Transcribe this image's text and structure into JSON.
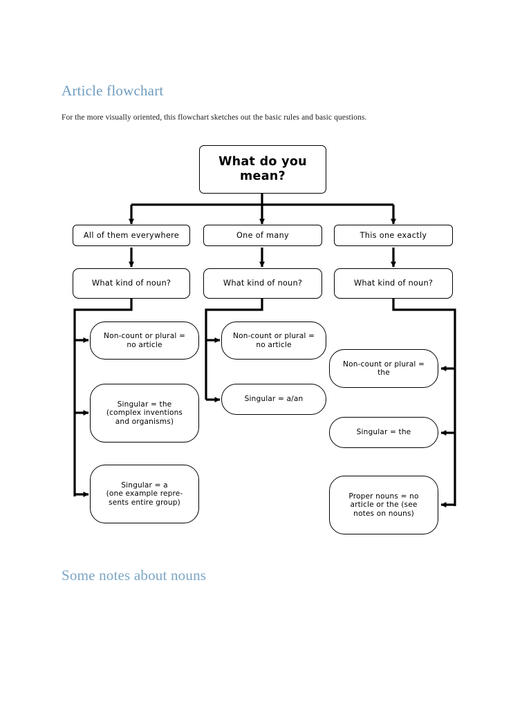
{
  "document": {
    "title": "Article flowchart",
    "intro": "For the more visually oriented, this flowchart sketches out the basic rules and basic questions.",
    "subtitle": "Some notes about nouns"
  },
  "chart_data": {
    "type": "diagram",
    "title": "What do you mean?",
    "nodes": {
      "root": "What do you mean?",
      "branch_all": "All of them everywhere",
      "branch_one": "One of many",
      "branch_this": "This one exactly",
      "question_all": "What kind of noun?",
      "question_one": "What kind of noun?",
      "question_this": "What kind of noun?",
      "all_noncount": "Non-count or plural = no article",
      "all_singular_the": "Singular = the (complex inventions and organisms)",
      "all_singular_a": "Singular = a (one example represents entire group)",
      "one_noncount": "Non-count or plural = no article",
      "one_singular": "Singular = a/an",
      "this_noncount": "Non-count or plural = the",
      "this_singular": "Singular = the",
      "this_proper": "Proper nouns = no article or the (see notes on nouns)"
    },
    "lines": {
      "all_noncount": [
        "Non-count or plural =",
        "no article"
      ],
      "all_singular_the": [
        "Singular = the",
        "(complex inventions",
        "and organisms)"
      ],
      "all_singular_a": [
        "Singular = a",
        "(one example repre-",
        "sents entire group)"
      ],
      "one_noncount": [
        "Non-count or plural =",
        "no article"
      ],
      "one_singular": [
        "Singular = a/an"
      ],
      "this_noncount": [
        "Non-count or plural =",
        "the"
      ],
      "this_singular": [
        "Singular = the"
      ],
      "this_proper": [
        "Proper nouns = no",
        "article or the (see",
        "notes on nouns)"
      ]
    },
    "colors": {
      "node_border": "#000000",
      "node_fill": "#ffffff",
      "connector": "#000000",
      "heading": "#6f9cbf"
    }
  }
}
